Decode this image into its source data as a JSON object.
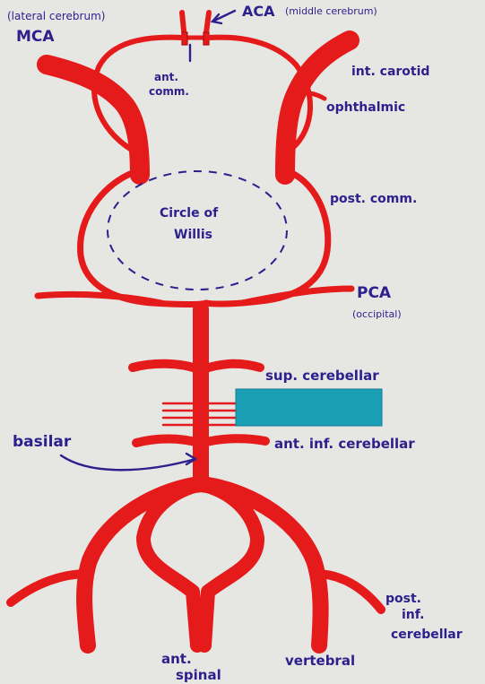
{
  "labels": {
    "lateral_cerebrum": "(lateral cerebrum)",
    "mca": "MCA",
    "aca": "ACA",
    "middle_cerebrum": "(middle cerebrum)",
    "ant": "ant.",
    "comm": "comm.",
    "int_carotid": "int. carotid",
    "ophthalmic": "ophthalmic",
    "circle_line1": "Circle of",
    "circle_line2": "Willis",
    "post_comm": "post. comm.",
    "pca": "PCA",
    "occipital": "(occipital)",
    "sup_cerebellar": "sup. cerebellar",
    "basilar": "basilar",
    "ant_inf_cerebellar": "ant. inf. cerebellar",
    "post_line1": "post.",
    "post_line2": "inf.",
    "post_line3": "cerebellar",
    "ant_spinal_line1": "ant.",
    "ant_spinal_line2": "spinal",
    "vertebral": "vertebral"
  },
  "colors": {
    "artery": "#e51a1a",
    "ink": "#2d1f8c",
    "paper": "#e6e6e3",
    "redaction": "#1a9fb5"
  }
}
